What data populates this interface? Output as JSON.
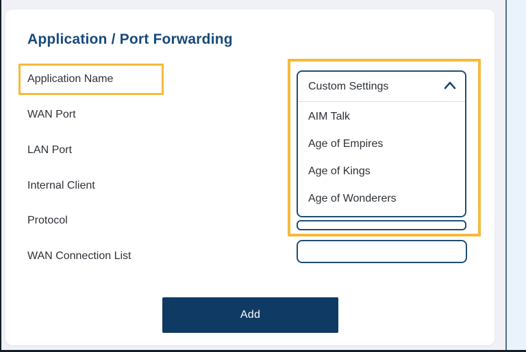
{
  "page": {
    "title": "Application / Port Forwarding"
  },
  "form": {
    "fields": [
      {
        "label": "Application Name",
        "highlighted": true
      },
      {
        "label": "WAN Port",
        "highlighted": false
      },
      {
        "label": "LAN Port",
        "highlighted": false
      },
      {
        "label": "Internal Client",
        "highlighted": false
      },
      {
        "label": "Protocol",
        "highlighted": false
      },
      {
        "label": "WAN Connection List",
        "highlighted": false
      }
    ],
    "dropdown": {
      "selected": "Custom Settings",
      "state": "open",
      "icon": "chevron-up",
      "options": [
        "AIM Talk",
        "Age of Empires",
        "Age of Kings",
        "Age of Wonderers"
      ]
    },
    "wan_connection_input_value": "",
    "add_button_label": "Add"
  },
  "colors": {
    "title_navy": "#174a7c",
    "button_navy": "#0e3a63",
    "border_navy": "#1d4d73",
    "highlight_yellow": "#f6b93b",
    "page_background": "#f0f1f6",
    "right_strip_blue": "#eaf2fb"
  }
}
